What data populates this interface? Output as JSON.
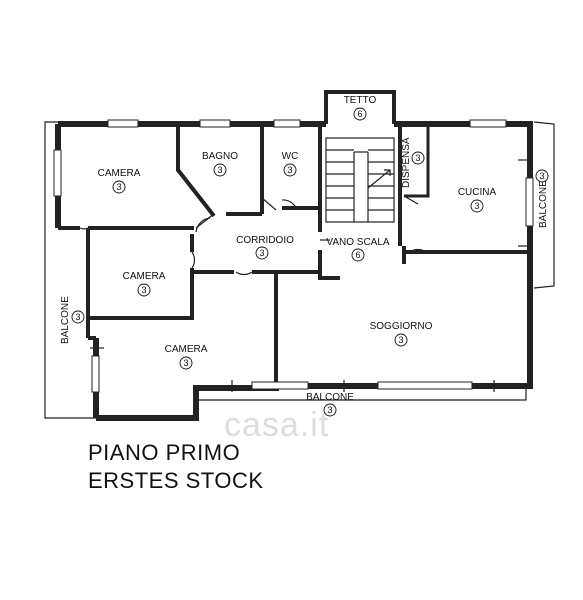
{
  "plan": {
    "title_line1": "PIANO PRIMO",
    "title_line2": "ERSTES STOCK",
    "watermark": "casa.it",
    "rooms": [
      {
        "id": "tetto",
        "label": "TETTO",
        "num": "6"
      },
      {
        "id": "camera-1",
        "label": "CAMERA",
        "num": "3"
      },
      {
        "id": "bagno",
        "label": "BAGNO",
        "num": "3"
      },
      {
        "id": "wc",
        "label": "WC",
        "num": "3"
      },
      {
        "id": "dispensa",
        "label": "DISPENSA",
        "num": "3"
      },
      {
        "id": "cucina",
        "label": "CUCINA",
        "num": "3"
      },
      {
        "id": "balcone-east",
        "label": "BALCONE",
        "num": "3"
      },
      {
        "id": "corridoio",
        "label": "CORRIDOIO",
        "num": "3"
      },
      {
        "id": "vano-scala",
        "label": "VANO SCALA",
        "num": "6"
      },
      {
        "id": "camera-2",
        "label": "CAMERA",
        "num": "3"
      },
      {
        "id": "balcone-west",
        "label": "BALCONE",
        "num": "3"
      },
      {
        "id": "soggiorno",
        "label": "SOGGIORNO",
        "num": "3"
      },
      {
        "id": "camera-3",
        "label": "CAMERA",
        "num": "3"
      },
      {
        "id": "balcone-south",
        "label": "BALCONE",
        "num": "3"
      }
    ]
  }
}
